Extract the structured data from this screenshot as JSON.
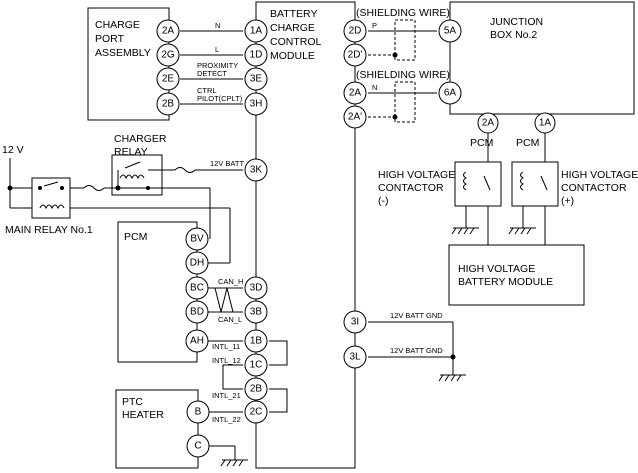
{
  "components": {
    "charge_port": [
      "CHARGE",
      "PORT",
      "ASSEMBLY"
    ],
    "bcm": [
      "BATTERY",
      "CHARGE",
      "CONTROL",
      "MODULE"
    ],
    "junction_box": [
      "JUNCTION",
      "BOX No.2"
    ],
    "shielding_wire_1": "(SHIELDING WIRE)",
    "shielding_wire_2": "(SHIELDING WIRE)",
    "charger_relay": [
      "CHARGER",
      "RELAY"
    ],
    "main_relay": "MAIN RELAY No.1",
    "supply": "12 V",
    "pcm_left": "PCM",
    "pcm_1": "PCM",
    "pcm_2": "PCM",
    "hv_contactor_neg": [
      "HIGH VOLTAGE",
      "CONTACTOR",
      "(-)"
    ],
    "hv_contactor_pos": [
      "HIGH VOLTAGE",
      "CONTACTOR",
      "(+)"
    ],
    "hv_battery": [
      "HIGH VOLTAGE",
      "BATTERY MODULE"
    ],
    "ptc_heater": [
      "PTC",
      "HEATER"
    ]
  },
  "pins": {
    "p2A_cp": "2A",
    "p2G": "2G",
    "p2E_cp": "2E",
    "p2B_cp": "2B",
    "p1A": "1A",
    "p1D": "1D",
    "p3E": "3E",
    "p3H": "3H",
    "p3K": "3K",
    "p3D": "3D",
    "p3B": "3B",
    "p1B": "1B",
    "p1C": "1C",
    "p2B_b": "2B",
    "p2C": "2C",
    "p2D": "2D",
    "p2Dp": "2D'",
    "p2A_r": "2A",
    "p2Ap": "2A'",
    "p3I": "3I",
    "p3L": "3L",
    "p5A": "5A",
    "p6A": "6A",
    "p2A_jb": "2A",
    "p1A_jb": "1A",
    "pBV": "BV",
    "pDH": "DH",
    "pBC": "BC",
    "pBD": "BD",
    "pAH": "AH",
    "pB": "B",
    "pC": "C"
  },
  "signals": {
    "N": "N",
    "L": "L",
    "prox": [
      "PROXIMITY",
      "DETECT"
    ],
    "ctrl": [
      "CTRL",
      "PILOT(CPLT)"
    ],
    "batt": "12V BATT",
    "can_h": "CAN_H",
    "can_l": "CAN_L",
    "intl_11": "INTL_11",
    "intl_12": "INTL_12",
    "intl_21": "INTL_21",
    "intl_22": "INTL_22",
    "sh_p": "P",
    "sh_n": "N",
    "gnd1": "12V BATT GND",
    "gnd2": "12V BATT GND"
  }
}
